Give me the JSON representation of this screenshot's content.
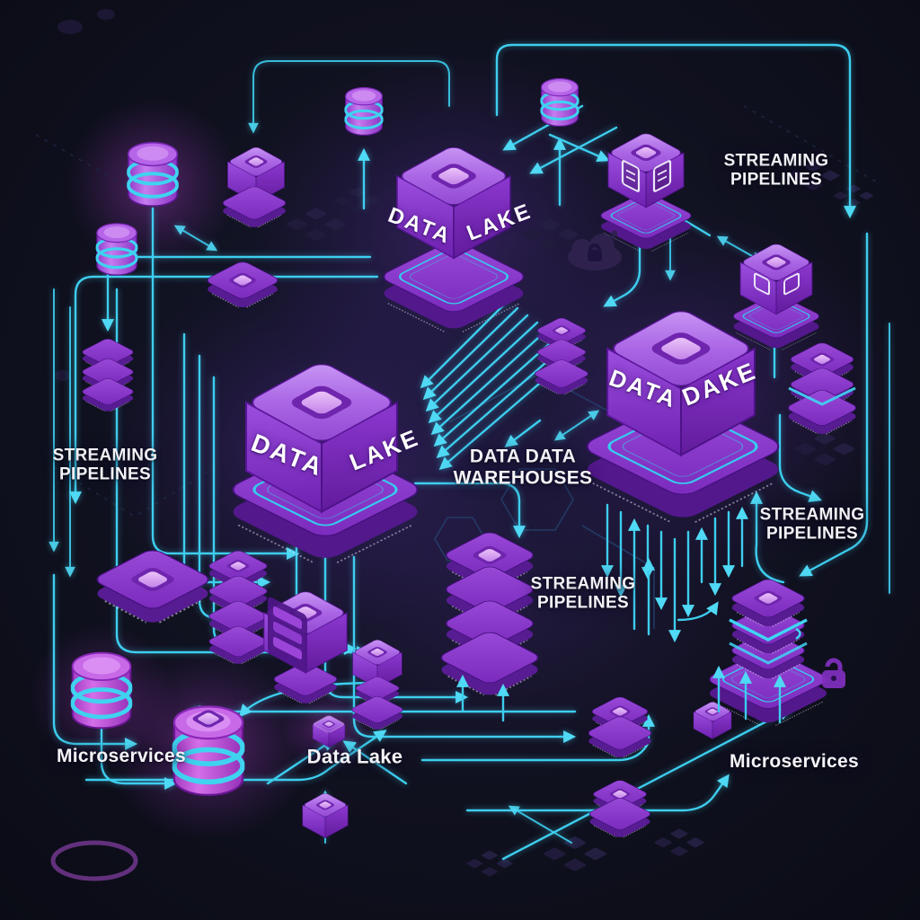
{
  "title": "Data architecture isometric illustration",
  "palette": {
    "background": "#0d0e1a",
    "flow_line_cyan": "#3ecdee",
    "arrow_cyan": "#4fd9f4",
    "cube_top_purple": "#b377e9",
    "cube_left_purple": "#8f3fd2",
    "cube_right_purple": "#7e2dc4",
    "emblem_light_purple": "#e3b6f7",
    "platform_purple": "#8c3ed2",
    "cylinder_magenta": "#c050e0",
    "label_white": "#f4f3f8"
  },
  "cube_labels": {
    "top_cube": {
      "left_face": "DATA",
      "right_face": "LAKE"
    },
    "center_cube": {
      "left_face": "DATA",
      "right_face": "LAKE"
    },
    "right_cube": {
      "left_face": "DATA",
      "right_face": "DAKE"
    }
  },
  "labels": {
    "streaming_top_right": "STREAMING\nPIPELINES",
    "streaming_left": "STREAMING\nPIPELINES",
    "streaming_center": "STREAMING\nPIPELINES",
    "streaming_right": "STREAMING\nPIPELINES",
    "data_warehouses": "DATA DATA\nWAREHOUSES",
    "microservices_left": "Microservices",
    "microservices_right": "Microservices",
    "data_lake_bottom": "Data Lake"
  },
  "icon_names": [
    "database-cylinder-icon",
    "data-lake-cube-icon",
    "document-cube-icon",
    "services-cube-icon",
    "stacked-services-tower-icon",
    "server-rack-icon",
    "platform-chip-icon",
    "lock-icon",
    "cloud-security-icon",
    "flow-arrow-icon"
  ]
}
